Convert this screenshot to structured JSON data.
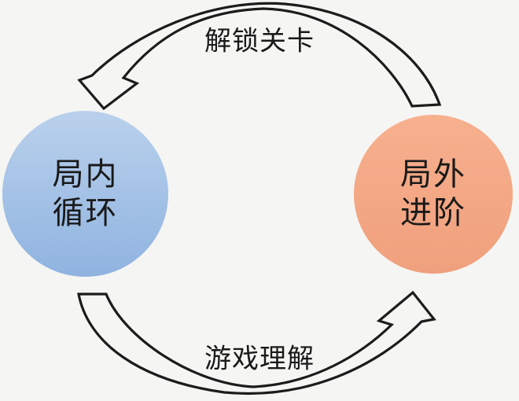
{
  "background_color": "#f5f5f3",
  "nodes": [
    {
      "id": "in-game-loop",
      "lines": [
        "局内",
        "循环"
      ],
      "fill_top": "#bad1ec",
      "fill_bottom": "#8fb3e0"
    },
    {
      "id": "out-of-game-progression",
      "lines": [
        "局外",
        "进阶"
      ],
      "fill_top": "#f7b08e",
      "fill_bottom": "#f0a07d"
    }
  ],
  "edges": [
    {
      "id": "top-arc",
      "label": "解锁关卡",
      "arrow_from": "out-of-game-progression",
      "arrow_to": "in-game-loop"
    },
    {
      "id": "bottom-arc",
      "label": "游戏理解",
      "arrow_from": "in-game-loop",
      "arrow_to": "out-of-game-progression"
    }
  ],
  "colors": {
    "arrow_stroke": "#1c1c1c",
    "text": "#1a1a1a"
  }
}
